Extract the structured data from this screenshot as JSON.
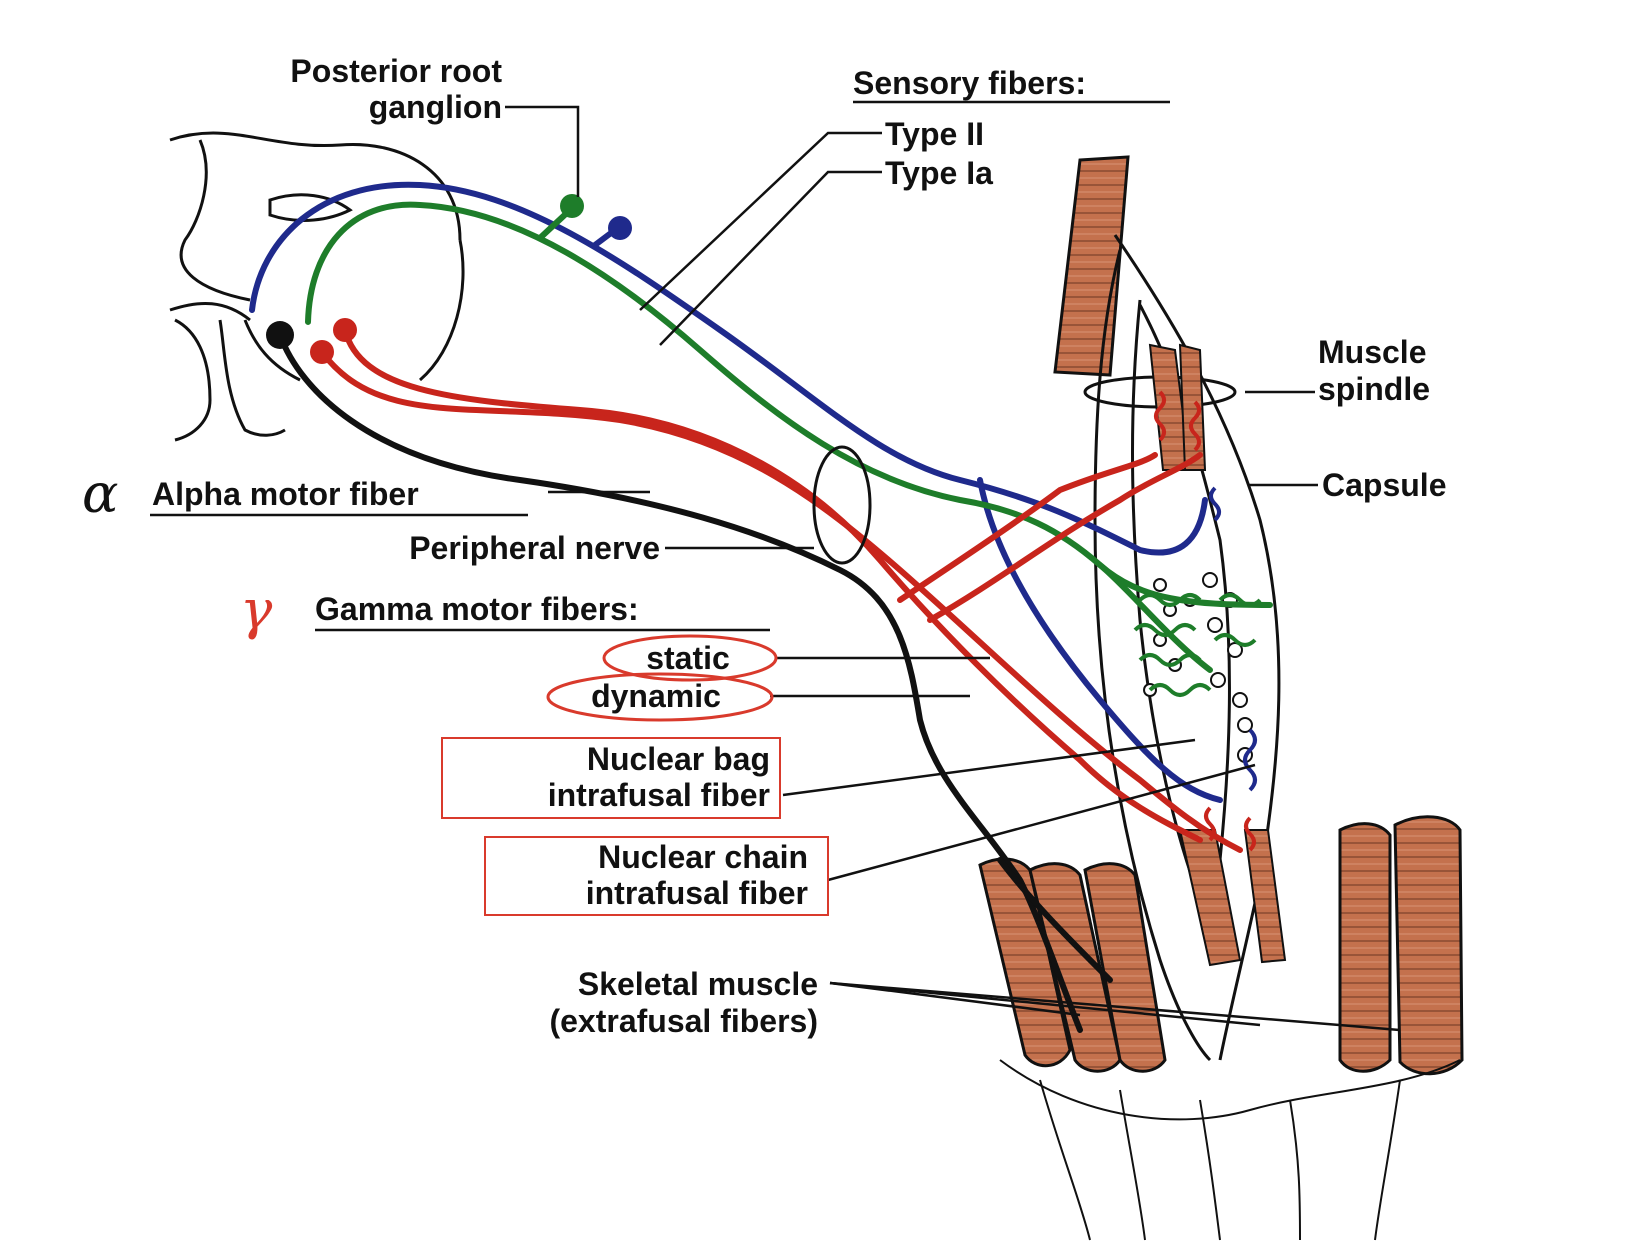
{
  "labels": {
    "posterior_root_ganglion": [
      "Posterior root",
      "ganglion"
    ],
    "sensory_fibers": "Sensory fibers:",
    "type_ii": "Type II",
    "type_ia": "Type Ia",
    "muscle_spindle": [
      "Muscle",
      "spindle"
    ],
    "capsule": "Capsule",
    "alpha_motor_fiber": "Alpha motor fiber",
    "peripheral_nerve": "Peripheral nerve",
    "gamma_motor_fibers": "Gamma motor fibers:",
    "static": "static",
    "dynamic": "dynamic",
    "nuclear_bag": [
      "Nuclear bag",
      "intrafusal fiber"
    ],
    "nuclear_chain": [
      "Nuclear chain",
      "intrafusal fiber"
    ],
    "skeletal_muscle": [
      "Skeletal muscle",
      "(extrafusal fibers)"
    ]
  },
  "annotations": {
    "alpha_symbol": "α",
    "gamma_symbol": "γ"
  },
  "colors": {
    "type_ii_fiber": "#1f2a8c",
    "type_ia_fiber": "#1e7d2a",
    "gamma_fiber": "#c8251c",
    "alpha_fiber": "#111111",
    "muscle": "#c4714d",
    "annotation_red": "#d93a2c"
  }
}
